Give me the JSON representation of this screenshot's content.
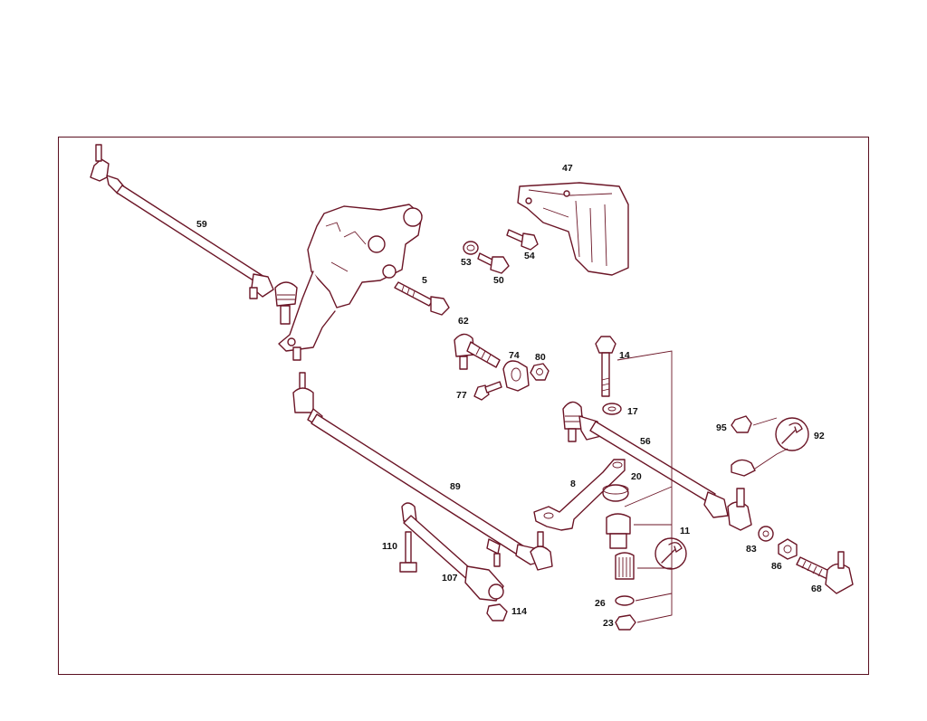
{
  "diagram": {
    "callouts": [
      {
        "id": "c47",
        "text": "47"
      },
      {
        "id": "c59",
        "text": "59"
      },
      {
        "id": "c5",
        "text": "5"
      },
      {
        "id": "c53",
        "text": "53"
      },
      {
        "id": "c54",
        "text": "54"
      },
      {
        "id": "c50",
        "text": "50"
      },
      {
        "id": "c62",
        "text": "62"
      },
      {
        "id": "c74",
        "text": "74"
      },
      {
        "id": "c80",
        "text": "80"
      },
      {
        "id": "c77",
        "text": "77"
      },
      {
        "id": "c14",
        "text": "14"
      },
      {
        "id": "c17",
        "text": "17"
      },
      {
        "id": "c56",
        "text": "56"
      },
      {
        "id": "c95",
        "text": "95"
      },
      {
        "id": "c92",
        "text": "92"
      },
      {
        "id": "c8",
        "text": "8"
      },
      {
        "id": "c20",
        "text": "20"
      },
      {
        "id": "c89",
        "text": "89"
      },
      {
        "id": "c11",
        "text": "11"
      },
      {
        "id": "c110",
        "text": "110"
      },
      {
        "id": "c107",
        "text": "107"
      },
      {
        "id": "c114",
        "text": "114"
      },
      {
        "id": "c83",
        "text": "83"
      },
      {
        "id": "c86",
        "text": "86"
      },
      {
        "id": "c68",
        "text": "68"
      },
      {
        "id": "c26",
        "text": "26"
      },
      {
        "id": "c23",
        "text": "23"
      }
    ],
    "colors": {
      "line": "#6b1526",
      "frame": "#5a1020",
      "text": "#111111"
    }
  }
}
